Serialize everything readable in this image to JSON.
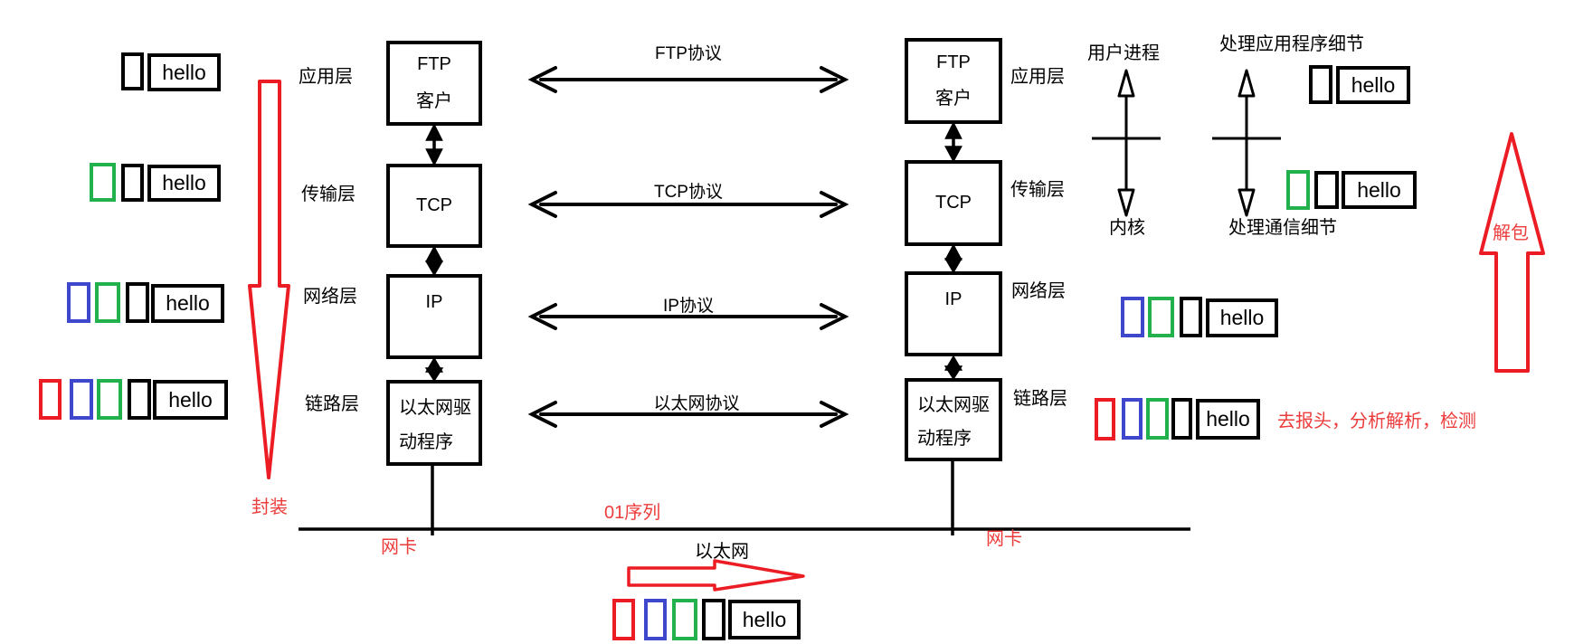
{
  "colors": {
    "red": "#ec1c24",
    "green": "#22b14c",
    "blue": "#3f48cc",
    "black": "#000000",
    "red_text": "#ed3c3c"
  },
  "hello": "hello",
  "layers": {
    "application": "应用层",
    "transport": "传输层",
    "network": "网络层",
    "link": "链路层"
  },
  "stack": {
    "app_line1": "FTP",
    "app_line2": "客户",
    "transport": "TCP",
    "network": "IP",
    "link_line1": "以太网驱",
    "link_line2": "动程序"
  },
  "protocols": {
    "ftp": "FTP协议",
    "tcp": "TCP协议",
    "ip": "IP协议",
    "ethernet": "以太网协议"
  },
  "boundary": {
    "user_process": "用户进程",
    "kernel": "内核",
    "app_details": "处理应用程序细节",
    "comm_details": "处理通信细节"
  },
  "annotations": {
    "encapsulation": "封装",
    "unpacking": "解包",
    "nic": "网卡",
    "bit_stream": "01序列",
    "ethernet": "以太网",
    "strip_header": "去报头，分析解析，检测"
  }
}
